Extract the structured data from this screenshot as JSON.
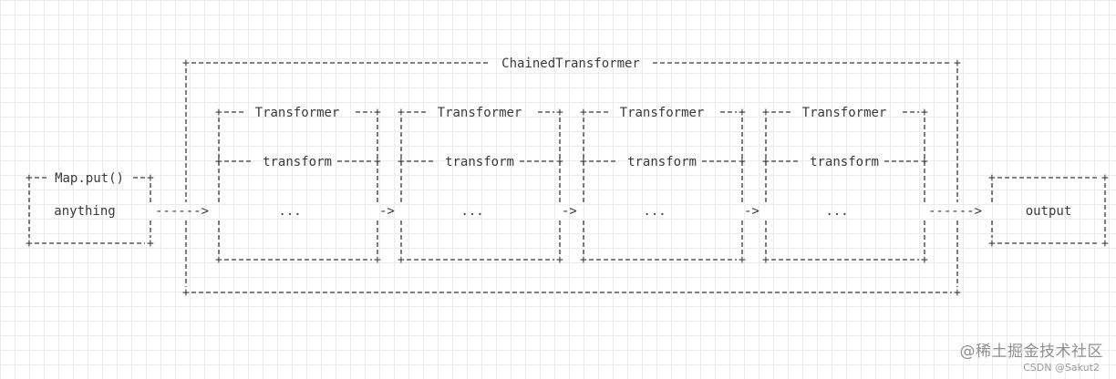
{
  "diagram": {
    "outer_title": "ChainedTransformer",
    "input_title": "Map.put()",
    "input_body": "anything",
    "output_body": "output",
    "stages": [
      {
        "title": "Transformer",
        "method": "transform",
        "body": "..."
      },
      {
        "title": "Transformer",
        "method": "transform",
        "body": "..."
      },
      {
        "title": "Transformer",
        "method": "transform",
        "body": "..."
      },
      {
        "title": "Transformer",
        "method": "transform",
        "body": "..."
      }
    ],
    "arrow_long": "------>",
    "arrow_short": "->",
    "colors": {
      "ink": "#3a3a3a",
      "grid": "#ececec",
      "watermark": "#8f8f8f"
    }
  },
  "watermark": {
    "text": "@稀土掘金技术社区",
    "sub": "CSDN @Sakut2"
  }
}
